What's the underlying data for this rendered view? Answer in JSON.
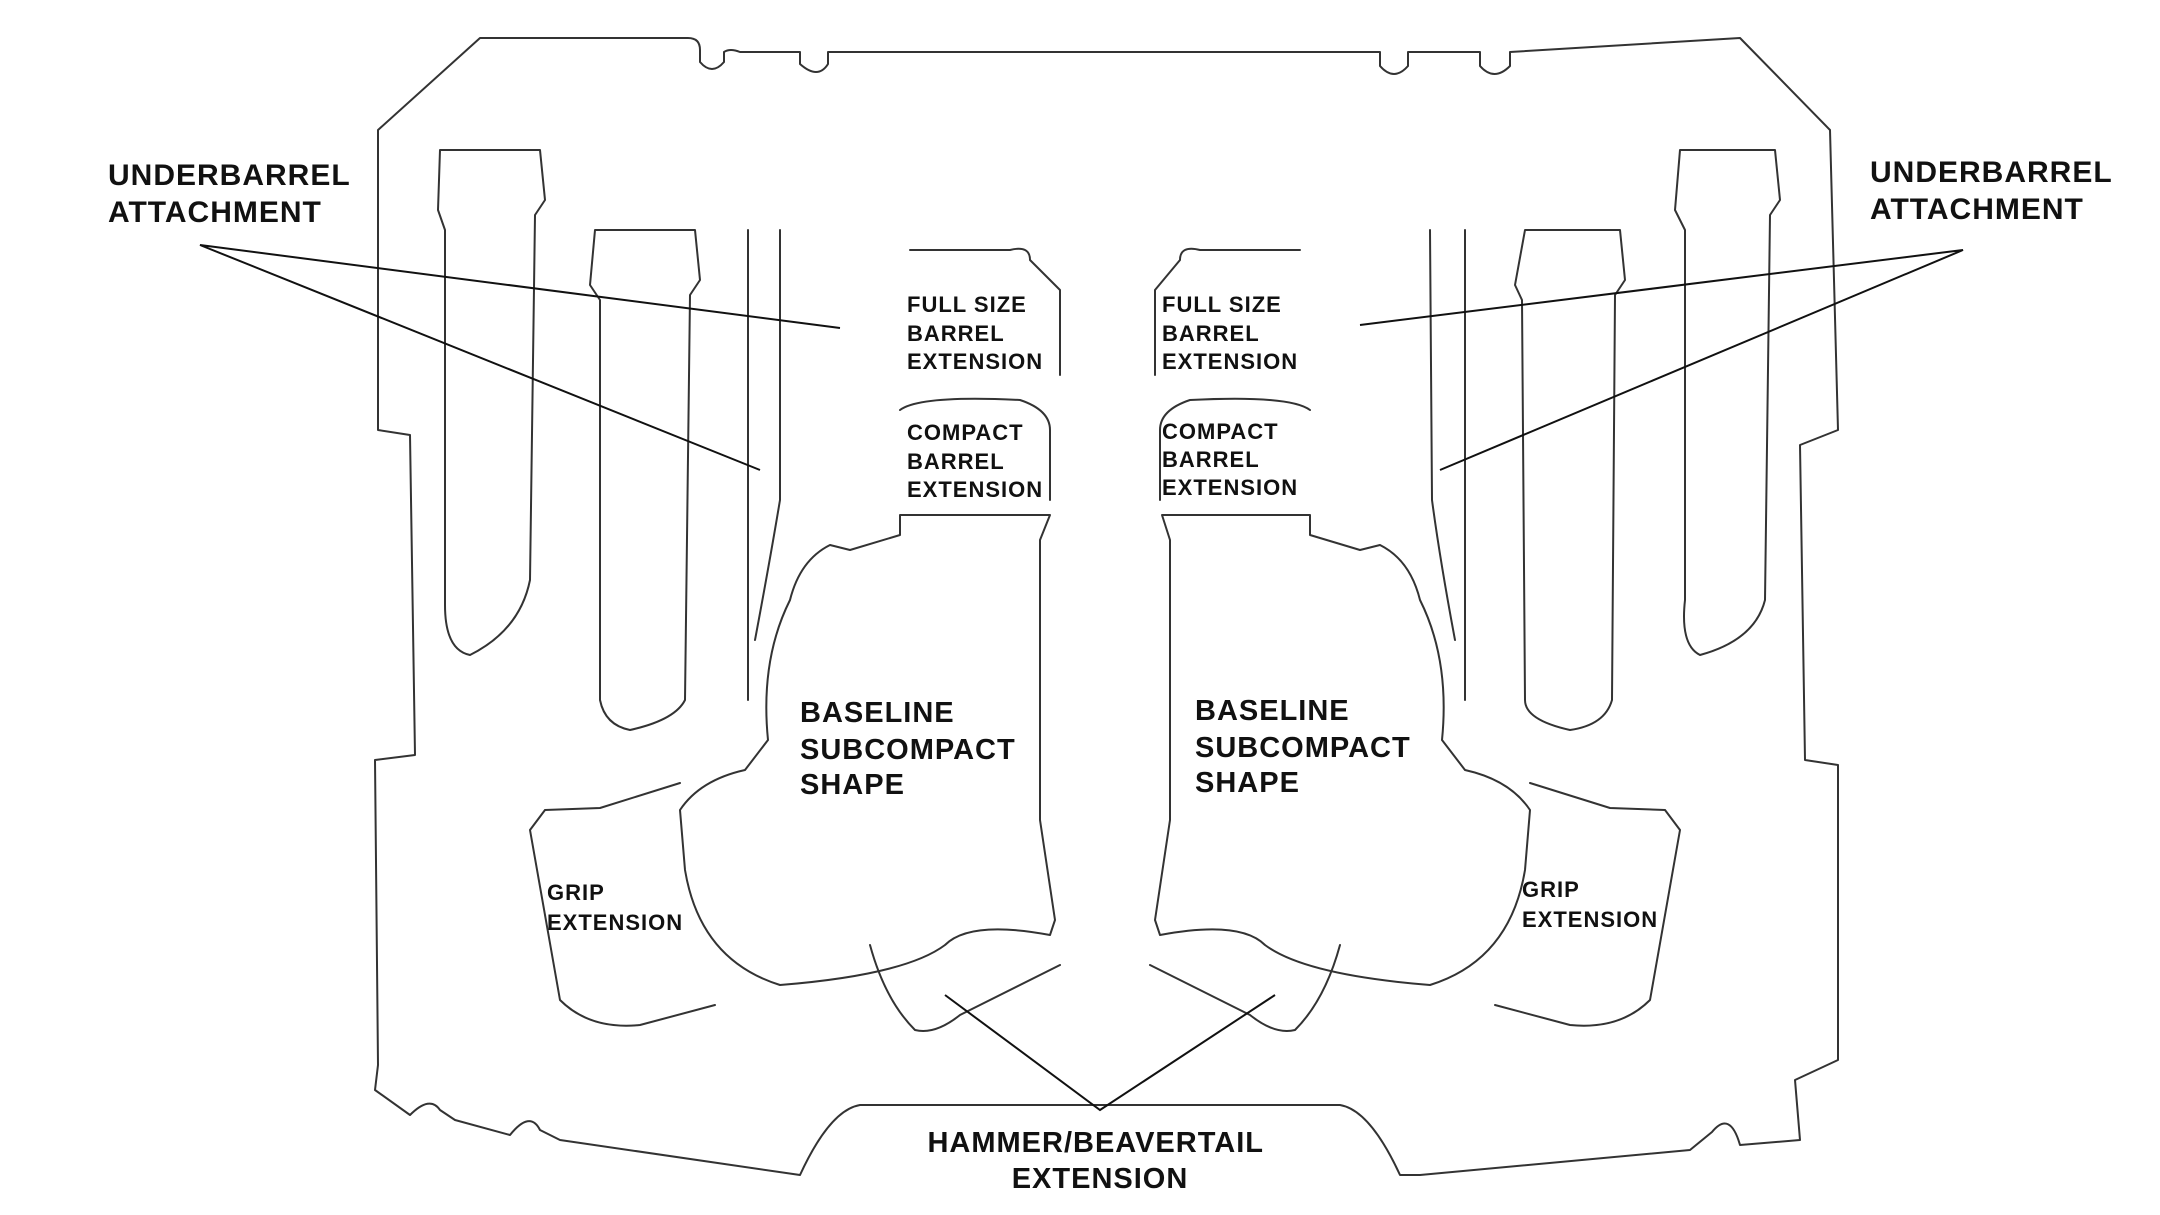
{
  "labels": {
    "underbarrel_left_1": "UNDERBARREL",
    "underbarrel_left_2": "ATTACHMENT",
    "underbarrel_right_1": "UNDERBARREL",
    "underbarrel_right_2": "ATTACHMENT",
    "full_size_left_1": "FULL SIZE",
    "full_size_left_2": "BARREL",
    "full_size_left_3": "EXTENSION",
    "full_size_right_1": "FULL SIZE",
    "full_size_right_2": "BARREL",
    "full_size_right_3": "EXTENSION",
    "compact_left_1": "COMPACT",
    "compact_left_2": "BARREL",
    "compact_left_3": "EXTENSION",
    "compact_right_1": "COMPACT",
    "compact_right_2": "BARREL",
    "compact_right_3": "EXTENSION",
    "baseline_left_1": "BASELINE",
    "baseline_left_2": "SUBCOMPACT",
    "baseline_left_3": "SHAPE",
    "baseline_right_1": "BASELINE",
    "baseline_right_2": "SUBCOMPACT",
    "baseline_right_3": "SHAPE",
    "grip_left_1": "GRIP",
    "grip_left_2": "EXTENSION",
    "grip_right_1": "GRIP",
    "grip_right_2": "EXTENSION",
    "hammer_1": "HAMMER/BEAVERTAIL",
    "hammer_2": "EXTENSION"
  },
  "colors": {
    "background": "#ffffff",
    "outline": "#333333",
    "text": "#111111"
  }
}
